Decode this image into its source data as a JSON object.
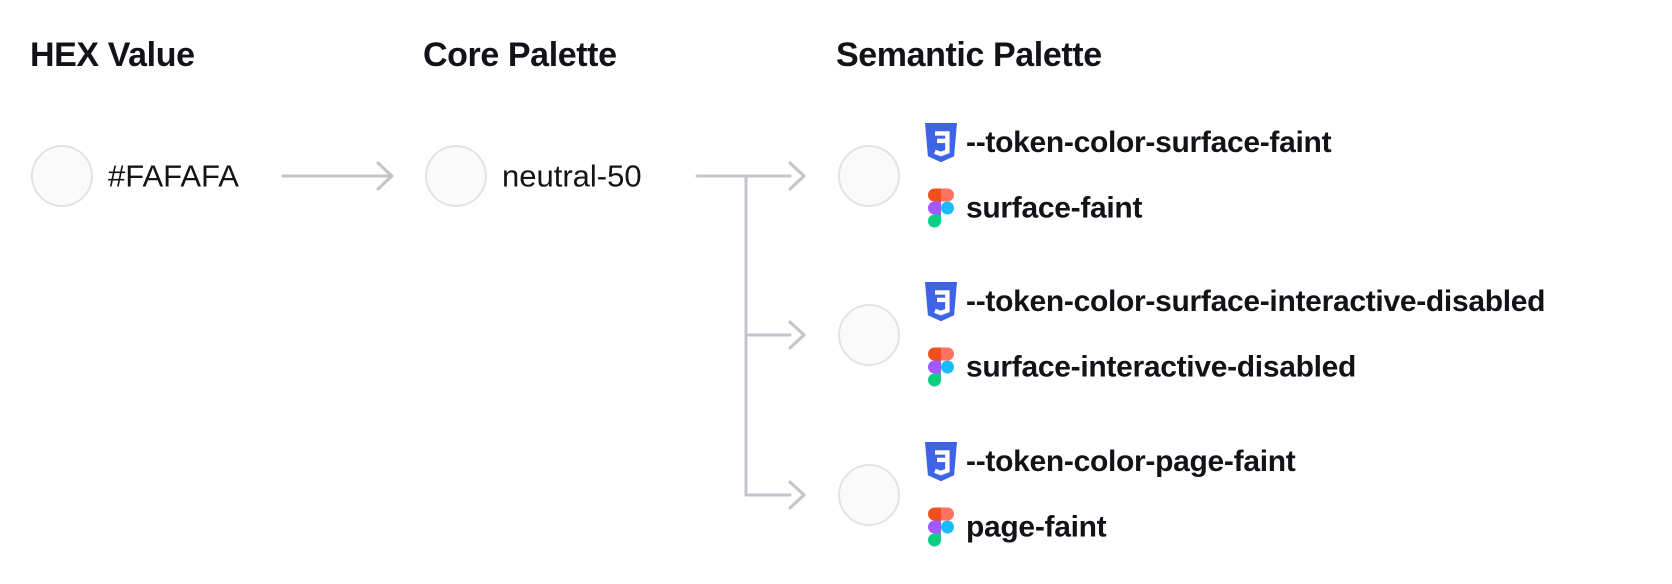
{
  "diagram": {
    "columns": [
      {
        "title": "HEX Value"
      },
      {
        "title": "Core Palette"
      },
      {
        "title": "Semantic Palette"
      }
    ],
    "source": {
      "hex": "#FAFAFA"
    },
    "core": {
      "name": "neutral-50"
    },
    "swatch": {
      "fill": "#FAFAFA",
      "border": "#E2E2E8"
    },
    "connector_color": "#C2C5CC",
    "semantic": [
      {
        "css_variable": "--token-color-surface-faint",
        "figma_style": "surface-faint"
      },
      {
        "css_variable": "--token-color-surface-interactive-disabled",
        "figma_style": "surface-interactive-disabled"
      },
      {
        "css_variable": "--token-color-page-faint",
        "figma_style": "page-faint"
      }
    ],
    "icons": {
      "css": {
        "name": "css3-icon",
        "color": "#3D63E7",
        "glyph_color": "#FFFFFF"
      },
      "figma": {
        "name": "figma-icon",
        "colors": [
          "#F24E1E",
          "#FF7262",
          "#A259FF",
          "#1ABCFE",
          "#0ACF83"
        ]
      }
    }
  }
}
